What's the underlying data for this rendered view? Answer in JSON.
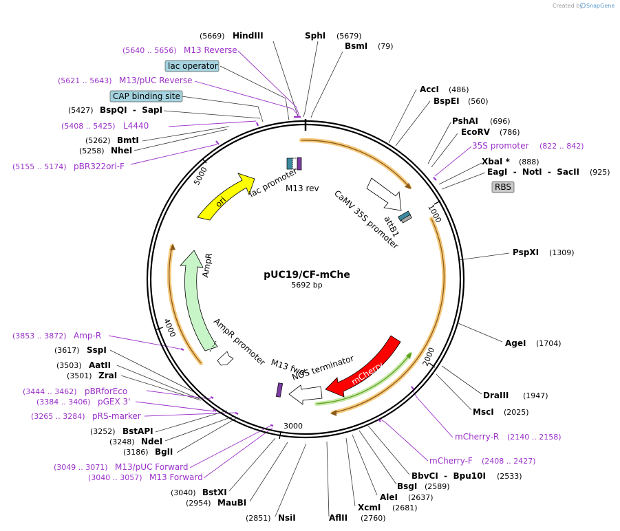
{
  "credit": "Created by",
  "brand": "SnapGene",
  "plasmid": {
    "name": "pUC19/CF-mChe",
    "length": "5692 bp"
  },
  "ticks": [
    "1000",
    "2000",
    "3000",
    "4000",
    "5000"
  ],
  "sites": [
    {
      "name": "HindIII",
      "pos": "(5669)"
    },
    {
      "name": "SphI",
      "pos": "(5679)"
    },
    {
      "name": "BsmI",
      "pos": "(79)"
    },
    {
      "name": "AccI",
      "pos": "(486)"
    },
    {
      "name": "BspEI",
      "pos": "(560)"
    },
    {
      "name": "PshAI",
      "pos": "(696)"
    },
    {
      "name": "EcoRV",
      "pos": "(786)"
    },
    {
      "name": "XbaI *",
      "pos": "(888)"
    },
    {
      "name": "EagI  -  NotI  -  SacII",
      "pos": "(925)"
    },
    {
      "name": "PspXI",
      "pos": "(1309)"
    },
    {
      "name": "AgeI",
      "pos": "(1704)"
    },
    {
      "name": "DraIII",
      "pos": "(1947)"
    },
    {
      "name": "MscI",
      "pos": "(2025)"
    },
    {
      "name": "BbvCI  -  Bpu10I",
      "pos": "(2533)"
    },
    {
      "name": "BsgI",
      "pos": "(2589)"
    },
    {
      "name": "AleI",
      "pos": "(2637)"
    },
    {
      "name": "XcmI",
      "pos": "(2681)"
    },
    {
      "name": "AflII",
      "pos": "(2760)"
    },
    {
      "name": "NsiI",
      "pos": "(2851)"
    },
    {
      "name": "MauBI",
      "pos": "(2954)"
    },
    {
      "name": "BstXI",
      "pos": "(3040)"
    },
    {
      "name": "BglI",
      "pos": "(3186)"
    },
    {
      "name": "NdeI",
      "pos": "(3248)"
    },
    {
      "name": "BstAPI",
      "pos": "(3252)"
    },
    {
      "name": "ZraI",
      "pos": "(3501)"
    },
    {
      "name": "AatII",
      "pos": "(3503)"
    },
    {
      "name": "SspI",
      "pos": "(3617)"
    },
    {
      "name": "NheI",
      "pos": "(5258)"
    },
    {
      "name": "BmtI",
      "pos": "(5262)"
    },
    {
      "name": "BspQI  -  SapI",
      "pos": "(5427)"
    }
  ],
  "primers": [
    {
      "name": "M13 Reverse",
      "pos": "(5640 .. 5656)"
    },
    {
      "name": "M13/pUC Reverse",
      "pos": "(5621 .. 5643)"
    },
    {
      "name": "L4440",
      "pos": "(5408 .. 5425)"
    },
    {
      "name": "pBR322ori-F",
      "pos": "(5155 .. 5174)"
    },
    {
      "name": "35S promoter",
      "pos": "(822 .. 842)"
    },
    {
      "name": "mCherry-R",
      "pos": "(2140 .. 2158)"
    },
    {
      "name": "mCherry-F",
      "pos": "(2408 .. 2427)"
    },
    {
      "name": "M13/pUC Forward",
      "pos": "(3049 .. 3071)"
    },
    {
      "name": "M13 Forward",
      "pos": "(3040 .. 3057)"
    },
    {
      "name": "pRS-marker",
      "pos": "(3265 .. 3284)"
    },
    {
      "name": "pGEX 3'",
      "pos": "(3384 .. 3406)"
    },
    {
      "name": "pBRforEco",
      "pos": "(3444 .. 3462)"
    },
    {
      "name": "Amp-R",
      "pos": "(3853 .. 3872)"
    }
  ],
  "boxed_features": [
    {
      "name": "lac operator",
      "color": "#a5d3e0"
    },
    {
      "name": "CAP binding site",
      "color": "#a5d3e0"
    },
    {
      "name": "RBS",
      "color": "#c8c8c8"
    }
  ],
  "features": [
    {
      "name": "ori",
      "color": "#ffff00"
    },
    {
      "name": "lac promoter",
      "color": "#ffffff"
    },
    {
      "name": "M13 rev",
      "color": "#7a3ca0"
    },
    {
      "name": "CaMV 35S promoter",
      "color": "#ffffff"
    },
    {
      "name": "attB1",
      "color": "#3c8aa0"
    },
    {
      "name": "mCherry",
      "color": "#ff0000"
    },
    {
      "name": "NOS terminator",
      "color": "#ffffff"
    },
    {
      "name": "M13 fwd",
      "color": "#7a3ca0"
    },
    {
      "name": "AmpR promoter",
      "color": "#ffffff"
    },
    {
      "name": "AmpR",
      "color": "#c8f5c8"
    }
  ],
  "colors": {
    "primer": "#9b30c9",
    "orf": "#f5c87a",
    "orf_arrow": "#8a5a1a",
    "mcherry_orf": "#5aa01e",
    "backbone": "#000000"
  }
}
